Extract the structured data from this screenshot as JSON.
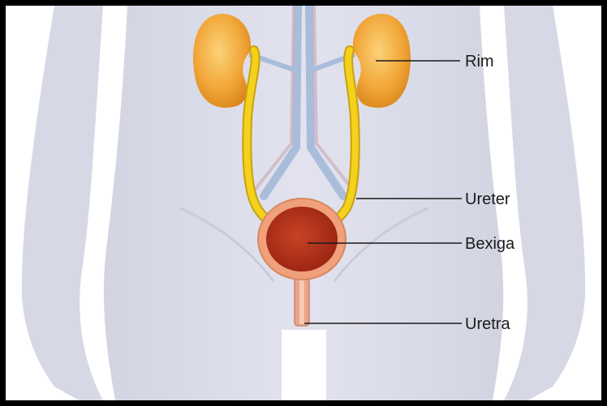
{
  "labels": {
    "kidney": "Rim",
    "ureter": "Ureter",
    "bladder": "Bexiga",
    "urethra": "Uretra"
  },
  "colors": {
    "background": "#ffffff",
    "body": "#dcdde8",
    "kidney": "#f2a83a",
    "ureter": "#f4d21c",
    "bladder_outer": "#f0a07a",
    "bladder_inner": "#b5311c",
    "urethra": "#e8a58a",
    "vessels": "#9fb6d6",
    "leader_line": "#1a1a1a"
  }
}
